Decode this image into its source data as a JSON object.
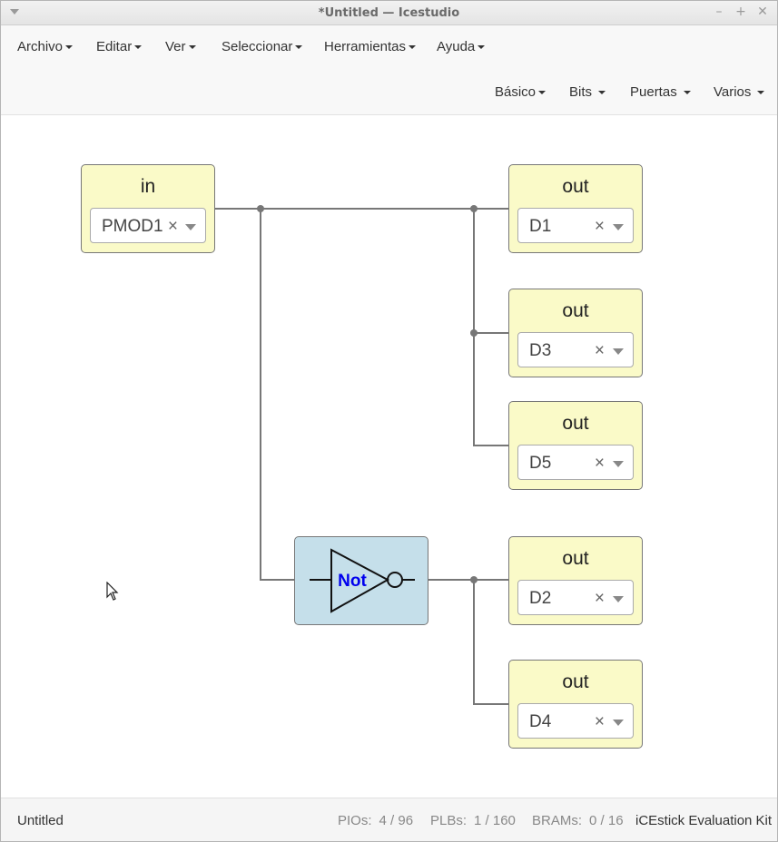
{
  "window": {
    "title": "*Untitled — Icestudio",
    "minimize": "–",
    "maximize": "+",
    "close": "✕"
  },
  "menu": {
    "main": [
      "Archivo",
      "Editar",
      "Ver",
      "Seleccionar",
      "Herramientas",
      "Ayuda"
    ],
    "blocks": [
      "Básico",
      "Bits",
      "Puertas",
      "Varios"
    ]
  },
  "canvas": {
    "input_block": {
      "label": "in",
      "value": "PMOD1",
      "clear": "×"
    },
    "not_block": {
      "label": "Not",
      "label_color": "#0000ee"
    },
    "output_blocks": [
      {
        "label": "out",
        "value": "D1",
        "clear": "×"
      },
      {
        "label": "out",
        "value": "D3",
        "clear": "×"
      },
      {
        "label": "out",
        "value": "D5",
        "clear": "×"
      },
      {
        "label": "out",
        "value": "D2",
        "clear": "×"
      },
      {
        "label": "out",
        "value": "D4",
        "clear": "×"
      }
    ],
    "colors": {
      "io_block": "#fafac8",
      "code_block": "#c5dfea",
      "wire": "#777777"
    }
  },
  "status": {
    "filename": "Untitled",
    "pios_label": "PIOs:",
    "pios_value": "4 / 96",
    "plbs_label": "PLBs:",
    "plbs_value": "1 / 160",
    "brams_label": "BRAMs:",
    "brams_value": "0 / 16",
    "board": "iCEstick Evaluation Kit"
  }
}
